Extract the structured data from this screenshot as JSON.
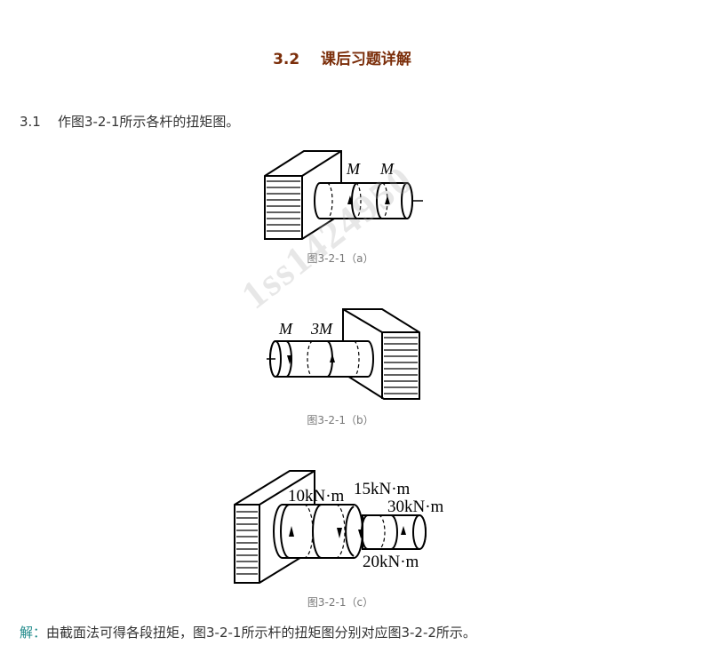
{
  "section": {
    "number": "3.2",
    "title": "课后习题详解"
  },
  "problem": {
    "number": "3.1",
    "text": "作图3-2-1所示各杆的扭矩图。"
  },
  "figures": [
    {
      "labels": [
        "M",
        "M"
      ],
      "caption": "图3-2-1（a）"
    },
    {
      "labels": [
        "M",
        "3M"
      ],
      "caption": "图3-2-1（b）"
    },
    {
      "labels": [
        "10kN·m",
        "15kN·m",
        "30kN·m",
        "20kN·m"
      ],
      "caption": "图3-2-1（c）"
    }
  ],
  "watermark": "1ss1424950",
  "answer": {
    "lead": "解：",
    "text": "由截面法可得各段扭矩，图3-2-1所示杆的扭矩图分别对应图3-2-2所示。"
  }
}
